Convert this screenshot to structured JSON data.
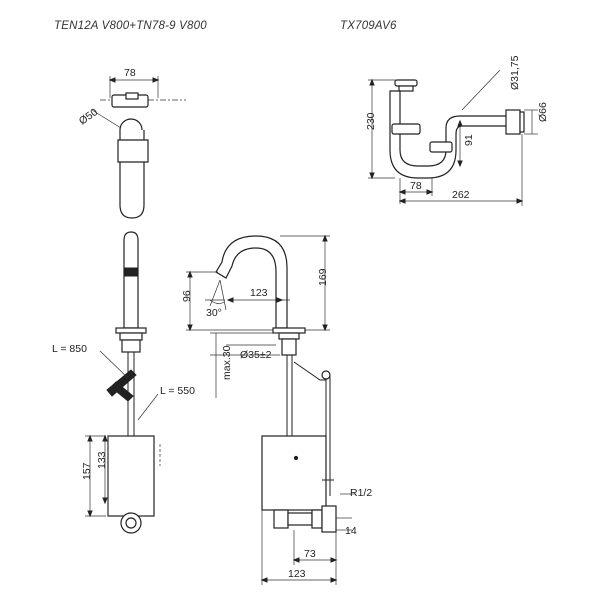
{
  "header": {
    "left_model": "TEN12A V800+TN78-9 V800",
    "right_model": "TX709AV6"
  },
  "dimensions": {
    "top_view_width": "78",
    "top_view_diameter": "Ø50",
    "cable_long": "L = 850",
    "cable_short": "L = 550",
    "box_height_outer": "157",
    "box_height_inner": "133",
    "spout_height": "96",
    "spout_angle": "30°",
    "spout_reach": "123",
    "faucet_height": "169",
    "hole_diameter": "Ø35±2",
    "deck_max": "max.30",
    "thread": "R1/2",
    "valve_offset": "14",
    "valve_reach": "73",
    "box_width": "123",
    "trap_height": "230",
    "trap_pipe_diameter": "Ø31,75",
    "trap_drop": "91",
    "trap_outlet_diameter": "Ø66",
    "trap_offset": "78",
    "trap_length": "262"
  }
}
